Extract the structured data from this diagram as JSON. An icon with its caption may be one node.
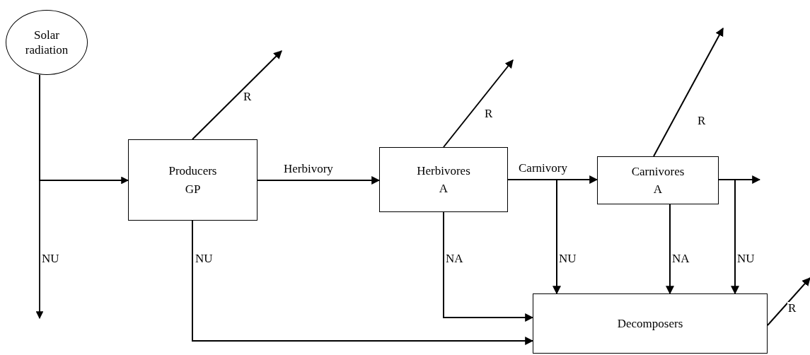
{
  "diagram": {
    "nodes": [
      {
        "text": [
          "Solar radiation"
        ]
      },
      {
        "text": [
          "Producers",
          "GP"
        ]
      },
      {
        "text": [
          "Herbivores",
          "A"
        ]
      },
      {
        "text": [
          "Carnivores",
          "A"
        ]
      },
      {
        "text": [
          "Decomposers"
        ]
      }
    ],
    "edges": [
      {
        "from": 0,
        "to": 1,
        "arrow": "to"
      },
      {
        "from": 0,
        "to": null,
        "arrow": "to",
        "label": "NU"
      },
      {
        "from": 1,
        "to": null,
        "arrow": "to",
        "label": "R"
      },
      {
        "from": 1,
        "to": 2,
        "arrow": "to",
        "label": "Herbivory"
      },
      {
        "from": 1,
        "to": 4,
        "arrow": "to",
        "label": "NU"
      },
      {
        "from": 2,
        "to": null,
        "arrow": "to",
        "label": "R"
      },
      {
        "from": 2,
        "to": 3,
        "arrow": "to",
        "label": "Carnivory"
      },
      {
        "from": 2,
        "to": 4,
        "arrow": "to",
        "label": "NA"
      },
      {
        "from": 2,
        "to": 4,
        "arrow": "to",
        "label": "NU"
      },
      {
        "from": 3,
        "to": null,
        "arrow": "to",
        "label": "R"
      },
      {
        "from": 3,
        "to": null,
        "arrow": "to"
      },
      {
        "from": 3,
        "to": 4,
        "arrow": "to",
        "label": "NA"
      },
      {
        "from": 3,
        "to": 4,
        "arrow": "to",
        "label": "NU"
      },
      {
        "from": 4,
        "to": null,
        "arrow": "to",
        "label": "R"
      }
    ]
  }
}
